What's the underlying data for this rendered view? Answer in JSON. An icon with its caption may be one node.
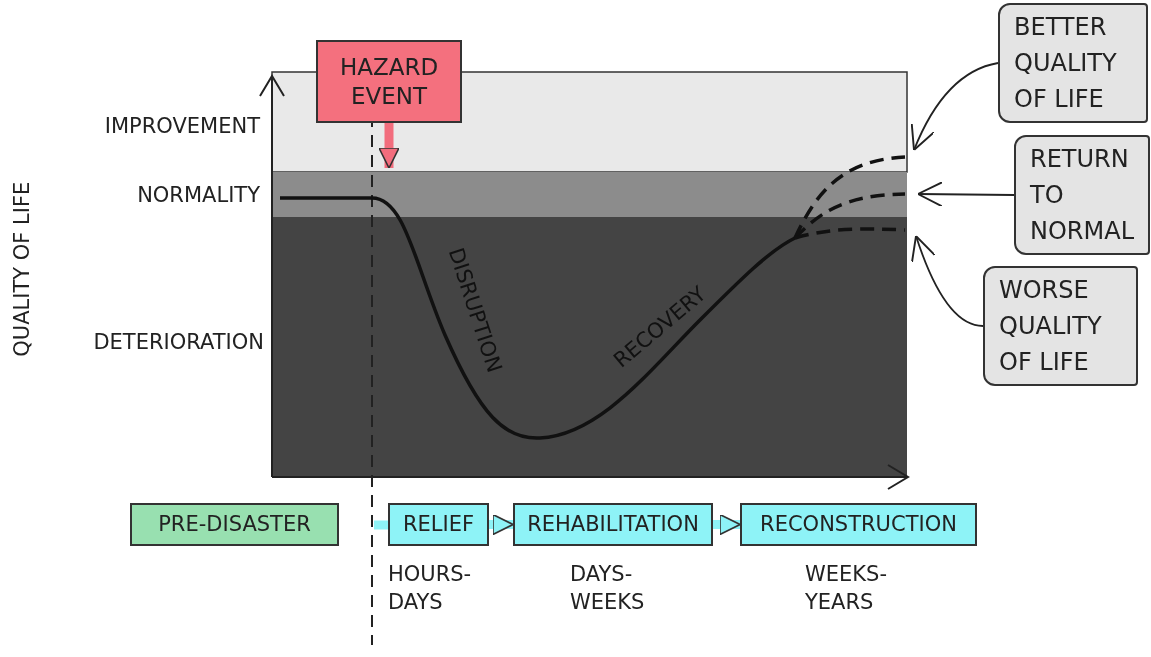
{
  "diagram": {
    "nodes": [
      {
        "text": [
          "HAZARD EVENT"
        ]
      },
      {
        "text": [
          "PRE-DISASTER"
        ]
      },
      {
        "text": [
          "RELIEF"
        ]
      },
      {
        "text": [
          "REHABILITATION"
        ]
      },
      {
        "text": [
          "RECONSTRUCTION"
        ]
      },
      {
        "text": [
          "BETTER QUALITY OF LIFE"
        ]
      },
      {
        "text": [
          "RETURN TO NORMAL"
        ]
      },
      {
        "text": [
          "WORSE QUALITY OF LIFE"
        ]
      }
    ],
    "edges": [
      {
        "from": 0,
        "to": null,
        "arrow": "to",
        "style": "thick",
        "color": "#f26d7d"
      },
      {
        "from": 2,
        "to": 3,
        "arrow": "to",
        "style": "thick",
        "color": "#8ef3f7"
      },
      {
        "from": 3,
        "to": 4,
        "arrow": "to",
        "style": "thick",
        "color": "#8ef3f7"
      },
      {
        "from": 5,
        "to": null,
        "arrow": "to"
      },
      {
        "from": 6,
        "to": null,
        "arrow": "to"
      },
      {
        "from": 7,
        "to": null,
        "arrow": "to"
      }
    ],
    "labels": [
      "IMPROVEMENT",
      "NORMALITY",
      "QUALITY OF LIFE",
      "DETERIORATION",
      "DISRUPTION",
      "RECOVERY",
      "HOURS- DAYS",
      "DAYS- WEEKS",
      "WEEKS- YEARS"
    ]
  }
}
